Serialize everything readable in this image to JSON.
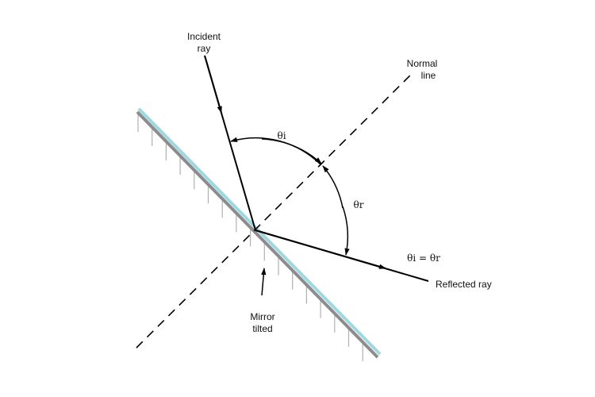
{
  "labels": {
    "incident_line1": "Incident",
    "incident_line2": "ray",
    "normal_line1": "Normal",
    "normal_line2": "line",
    "theta_i": "θi",
    "theta_r": "θr",
    "equation": "θi = θr",
    "reflected": "Reflected ray",
    "mirror_line1": "Mirror",
    "mirror_line2": "tilted"
  },
  "colors": {
    "mirror_surface": "#9fd9df",
    "mirror_back": "#8c8c8c",
    "hatch": "#b0b0b0",
    "ray": "#000000"
  }
}
